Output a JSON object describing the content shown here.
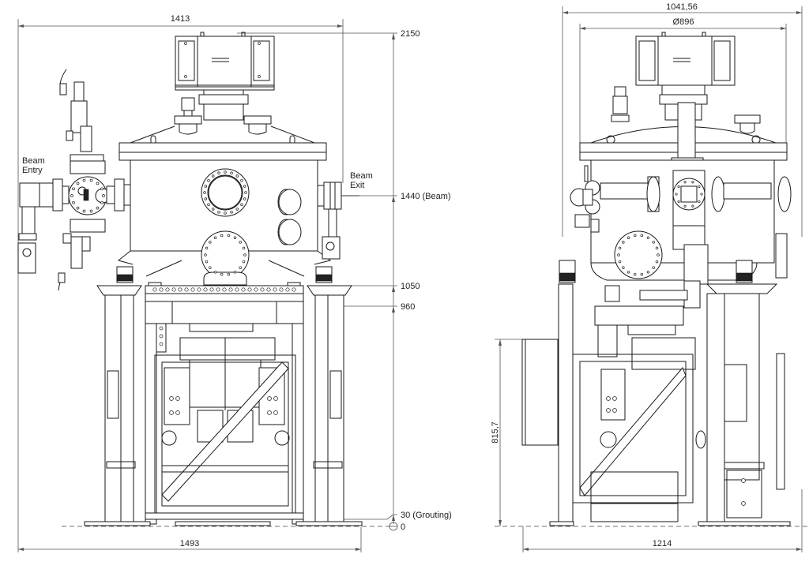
{
  "drawing": {
    "title": "Vacuum chamber assembly – front and side elevation",
    "front_view": {
      "width_top_label": "1413",
      "width_bottom_label": "1493",
      "beam_entry_label": "Beam\nEntry",
      "beam_entry_line1": "Beam",
      "beam_entry_line2": "Entry",
      "beam_exit_line1": "Beam",
      "beam_exit_line2": "Exit",
      "height_levels": [
        {
          "label": "2150",
          "value": 2150
        },
        {
          "label": "1440 (Beam)",
          "value": 1440
        },
        {
          "label": "1050",
          "value": 1050
        },
        {
          "label": "960",
          "value": 960
        },
        {
          "label": "30 (Grouting)",
          "value": 30
        },
        {
          "label": "0",
          "value": 0
        }
      ]
    },
    "side_view": {
      "overall_width_label": "1041,56",
      "chamber_diameter_label": "Ø896",
      "base_width_label": "1214",
      "cabinet_height_label": "815,7"
    }
  },
  "colors": {
    "line": "#1a1a1a",
    "dimension": "#555555",
    "background": "#ffffff"
  }
}
